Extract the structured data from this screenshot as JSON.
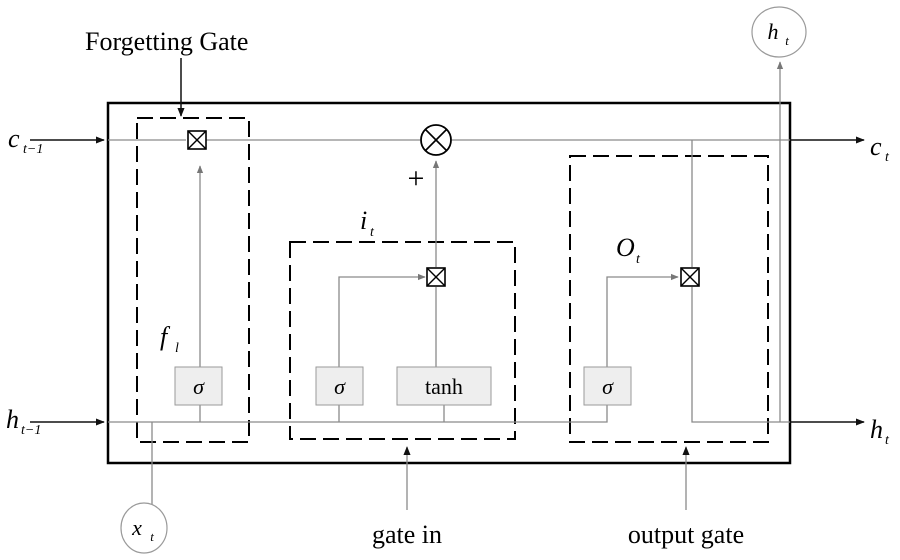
{
  "labels": {
    "forgetting_gate": "Forgetting Gate",
    "gate_in": "gate in",
    "output_gate": "output gate",
    "plus": "+",
    "c_prev": "c",
    "c_prev_sub": "t−1",
    "c_next": "c",
    "c_next_sub": "t",
    "h_prev": "h",
    "h_prev_sub": "t−1",
    "h_next": "h",
    "h_next_sub": "t",
    "h_top": "h",
    "h_top_sub": "t",
    "x_in": "x",
    "x_in_sub": "t",
    "f_gate": "f",
    "f_gate_sub": "l",
    "i_gate": "i",
    "i_gate_sub": "t",
    "o_gate": "O",
    "o_gate_sub": "t"
  },
  "blocks": {
    "sigma_forget": "σ",
    "sigma_input": "σ",
    "tanh_input": "tanh",
    "sigma_output": "σ"
  }
}
